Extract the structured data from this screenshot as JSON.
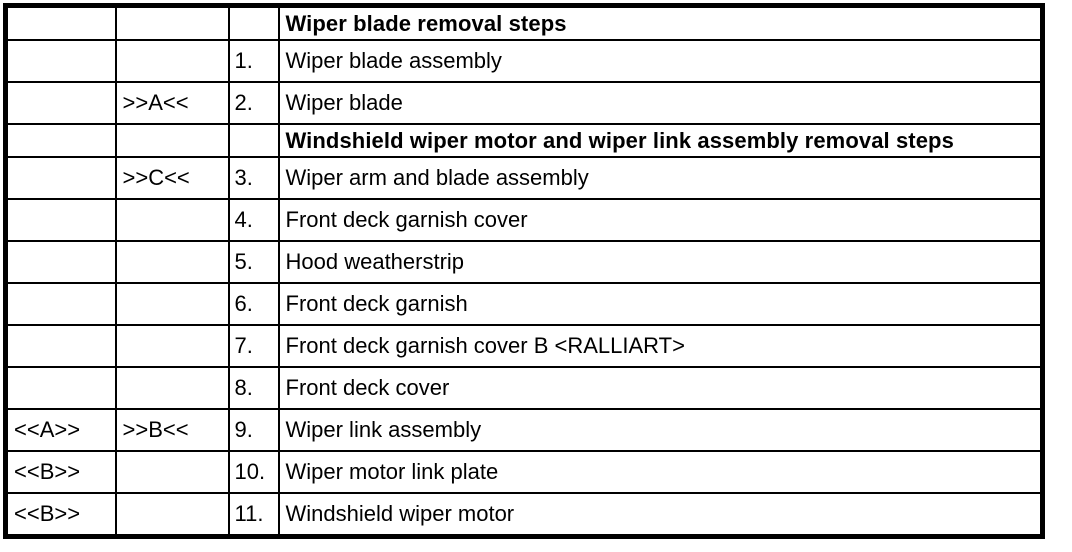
{
  "colors": {
    "background": "#ffffff",
    "border": "#000000",
    "text": "#000000"
  },
  "table": {
    "section_titles": [
      "Wiper blade removal steps",
      "Windshield wiper motor and wiper link assembly removal steps"
    ],
    "rows": [
      {
        "type": "section",
        "marker_a": "",
        "marker_b": "",
        "num": "",
        "desc": "Wiper blade removal steps"
      },
      {
        "type": "step",
        "marker_a": "",
        "marker_b": "",
        "num": "1.",
        "desc": "Wiper blade assembly"
      },
      {
        "type": "step",
        "marker_a": "",
        "marker_b": ">>A<<",
        "num": "2.",
        "desc": "Wiper blade"
      },
      {
        "type": "section",
        "marker_a": "",
        "marker_b": "",
        "num": "",
        "desc": "Windshield wiper motor and wiper link assembly removal steps"
      },
      {
        "type": "step",
        "marker_a": "",
        "marker_b": ">>C<<",
        "num": "3.",
        "desc": "Wiper arm and blade assembly"
      },
      {
        "type": "step",
        "marker_a": "",
        "marker_b": "",
        "num": "4.",
        "desc": "Front deck garnish cover"
      },
      {
        "type": "step",
        "marker_a": "",
        "marker_b": "",
        "num": "5.",
        "desc": "Hood weatherstrip"
      },
      {
        "type": "step",
        "marker_a": "",
        "marker_b": "",
        "num": "6.",
        "desc": "Front deck garnish"
      },
      {
        "type": "step",
        "marker_a": "",
        "marker_b": "",
        "num": "7.",
        "desc": "Front deck garnish cover B <RALLIART>"
      },
      {
        "type": "step",
        "marker_a": "",
        "marker_b": "",
        "num": "8.",
        "desc": "Front deck cover"
      },
      {
        "type": "step",
        "marker_a": "<<A>>",
        "marker_b": ">>B<<",
        "num": "9.",
        "desc": "Wiper link assembly"
      },
      {
        "type": "step",
        "marker_a": "<<B>>",
        "marker_b": "",
        "num": "10.",
        "desc": "Wiper motor link plate"
      },
      {
        "type": "step",
        "marker_a": "<<B>>",
        "marker_b": "",
        "num": "11.",
        "desc": "Windshield wiper motor"
      }
    ]
  }
}
